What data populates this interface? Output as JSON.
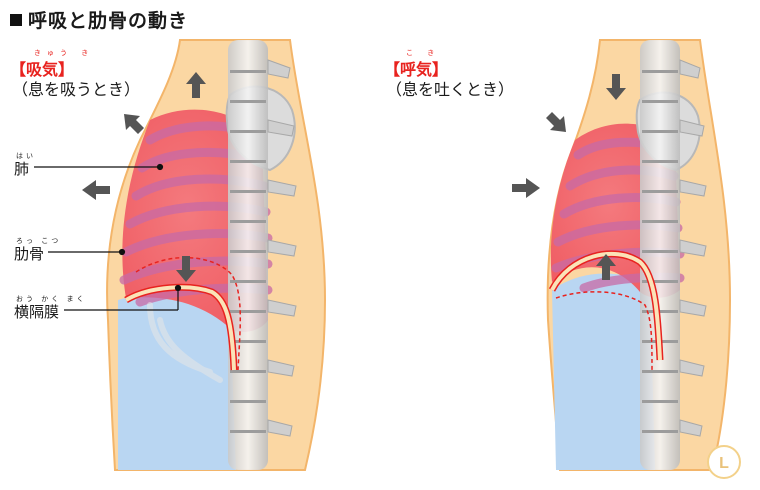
{
  "title": "呼吸と肋骨の動き",
  "inhale": {
    "heading": "【吸気】",
    "ruby": "きゅう き",
    "caption": "（息を吸うとき）"
  },
  "exhale": {
    "heading": "【呼気】",
    "ruby": "こ き",
    "caption": "（息を吐くとき）"
  },
  "labels": {
    "lung": {
      "text": "肺",
      "ruby": "はい"
    },
    "rib": {
      "text": "肋骨",
      "ruby": "ろっ こつ"
    },
    "diaphragm": {
      "text": "横隔膜",
      "ruby": "おう かく まく"
    }
  },
  "logo": "L",
  "colors": {
    "skin": "#fbd7a3",
    "lung": "#f26a6f",
    "abdomen": "#b9d6f2",
    "bone": "#d9d9d9",
    "arrow": "#555555",
    "accent_red": "#e8231f"
  }
}
